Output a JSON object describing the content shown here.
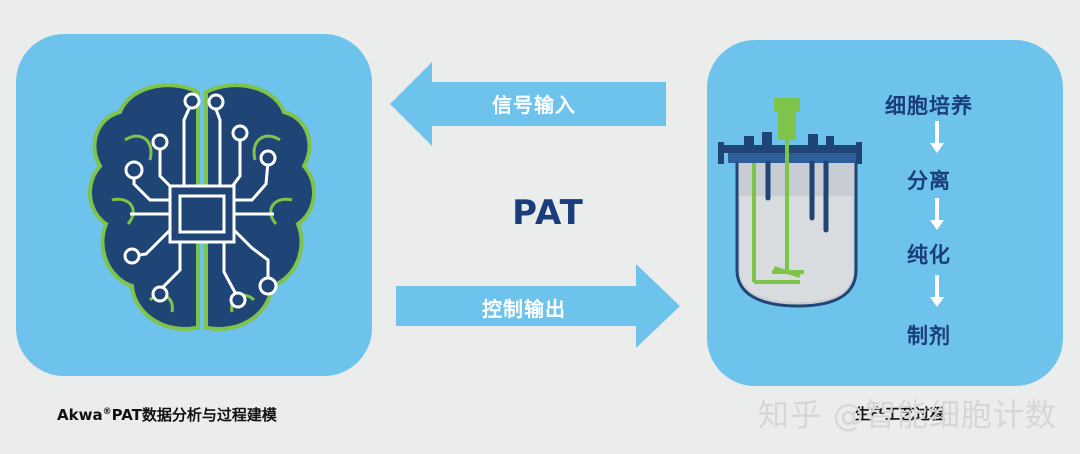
{
  "arrows": {
    "signal_in": "信号输入",
    "control_out": "控制输出"
  },
  "center_label": "PAT",
  "process_steps": [
    "细胞培养",
    "分离",
    "纯化",
    "制剂"
  ],
  "left_caption": {
    "brand": "Akwa",
    "mark": "®",
    "rest": "PAT数据分析与过程建模"
  },
  "right_caption": "生产工艺过程",
  "watermark": "知乎 @智能细胞计数",
  "colors": {
    "panel": "#6ec3ec",
    "brain": "#1e4576",
    "brain_outline": "#7ec34a",
    "navy_text": "#1a3d7c",
    "arrow": "#6ec3ec"
  },
  "icons": [
    "brain-circuit-icon",
    "bioreactor-icon"
  ]
}
